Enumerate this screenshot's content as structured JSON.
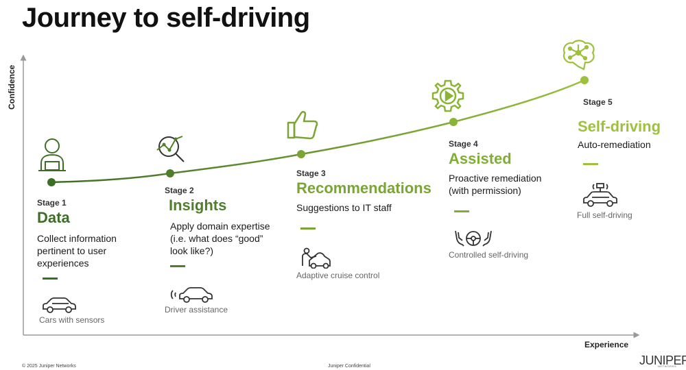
{
  "title": "Journey to self-driving",
  "axes": {
    "y_label": "Confidence",
    "x_label": "Experience"
  },
  "colors": {
    "curve_start": "#3d6e27",
    "curve_end": "#9bc03d",
    "stage1": "#3d6e27",
    "stage2": "#4f7f2a",
    "stage3": "#7aa534",
    "stage4": "#7fae32",
    "stage5": "#9dc13c",
    "axis": "#999999",
    "icon": "#333333"
  },
  "stages": [
    {
      "number": "Stage 1",
      "name": "Data",
      "description_lines": [
        "Collect information",
        "pertinent to user",
        "experiences"
      ],
      "example": "Cars with sensors",
      "icon": "person-at-laptop-icon",
      "example_icon": "car-icon"
    },
    {
      "number": "Stage 2",
      "name": "Insights",
      "description_lines": [
        "Apply domain expertise",
        "(i.e. what does “good”",
        "look like?)"
      ],
      "example": "Driver assistance",
      "icon": "magnifier-chart-icon",
      "example_icon": "car-signal-icon"
    },
    {
      "number": "Stage 3",
      "name": "Recommendations",
      "description_lines": [
        "Suggestions to IT staff"
      ],
      "example": "Adaptive cruise control",
      "icon": "thumbs-up-icon",
      "example_icon": "car-driver-icon"
    },
    {
      "number": "Stage 4",
      "name": "Assisted",
      "description_lines": [
        "Proactive remediation",
        "(with permission)"
      ],
      "example": "Controlled self-driving",
      "icon": "gear-play-icon",
      "example_icon": "hands-steering-wheel-icon"
    },
    {
      "number": "Stage 5",
      "name": "Self-driving",
      "description_lines": [
        "Auto-remediation"
      ],
      "example": "Full self-driving",
      "icon": "brain-network-icon",
      "example_icon": "autonomous-car-icon"
    }
  ],
  "footer": {
    "copyright": "© 2025 Juniper Networks",
    "confidential": "Juniper Confidential",
    "logo": "JUNIPER",
    "logo_sub": "NETWORKS"
  }
}
